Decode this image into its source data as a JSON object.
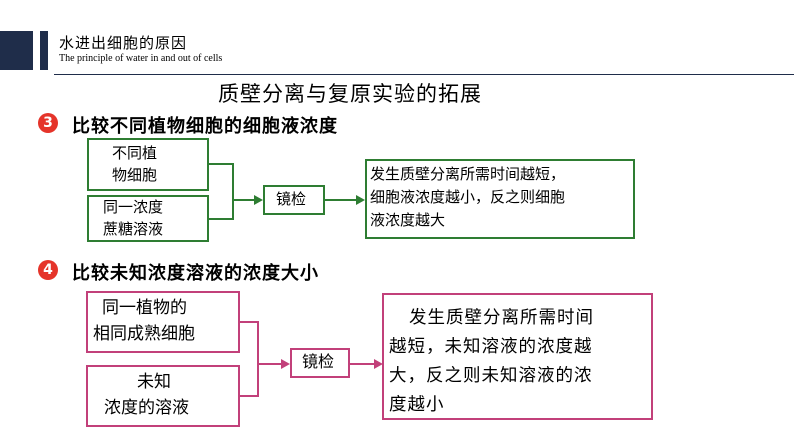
{
  "header": {
    "title": "水进出细胞的原因",
    "subtitle": "The principle of water in and out of cells"
  },
  "main_title": "质壁分离与复原实验的拓展",
  "section3": {
    "number": "3",
    "heading": "比较不同植物细胞的细胞液浓度",
    "box_a": [
      "不同植",
      "物细胞"
    ],
    "box_b": [
      "同一浓度",
      "蔗糖溶液"
    ],
    "middle": "镜检",
    "result": [
      "发生质壁分离所需时间越短，",
      "细胞液浓度越小，反之则细胞",
      "液浓度越大"
    ]
  },
  "section4": {
    "number": "4",
    "heading": "比较未知浓度溶液的浓度大小",
    "box_a": [
      "同一植物的",
      "相同成熟细胞"
    ],
    "box_b": [
      "未知",
      "浓度的溶液"
    ],
    "middle": "镜检",
    "result": [
      "发生质壁分离所需时间",
      "越短，未知溶液的浓度越",
      "大，反之则未知溶液的浓",
      "度越小"
    ]
  },
  "colors": {
    "navy": "#1f2d4a",
    "green": "#2e7d32",
    "magenta": "#c2407a",
    "badge": "#e5342a"
  }
}
